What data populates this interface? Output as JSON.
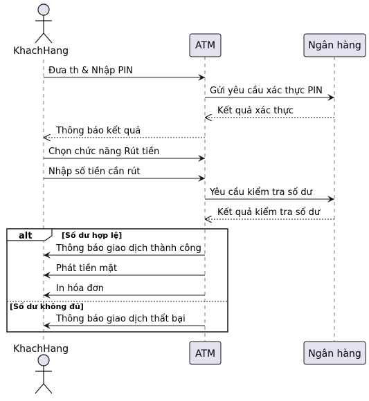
{
  "participants": {
    "khachhang": "KhachHang",
    "atm": "ATM",
    "nganhang": "Ngân hàng"
  },
  "messages": [
    {
      "text": "Đưa th & Nhập PIN",
      "from": "khachhang",
      "to": "atm",
      "style": "solid"
    },
    {
      "text": "Gửi yêu cầu xác thực PIN",
      "from": "atm",
      "to": "nganhang",
      "style": "solid"
    },
    {
      "text": "Kết quả xác thực",
      "from": "nganhang",
      "to": "atm",
      "style": "dashed"
    },
    {
      "text": "Thông báo kết quả",
      "from": "atm",
      "to": "khachhang",
      "style": "dashed"
    },
    {
      "text": "Chọn chức năng Rút tiền",
      "from": "khachhang",
      "to": "atm",
      "style": "solid"
    },
    {
      "text": "Nhập số tiền cần rút",
      "from": "khachhang",
      "to": "atm",
      "style": "solid"
    },
    {
      "text": "Yêu cầu kiểm tra số dư",
      "from": "atm",
      "to": "nganhang",
      "style": "solid"
    },
    {
      "text": "Kết quả kiểm tra số dư",
      "from": "nganhang",
      "to": "atm",
      "style": "dashed"
    },
    {
      "text": "Thông báo giao dịch thành công",
      "from": "atm",
      "to": "khachhang",
      "style": "solid"
    },
    {
      "text": "Phát tiền mặt",
      "from": "atm",
      "to": "khachhang",
      "style": "solid"
    },
    {
      "text": "In hóa đơn",
      "from": "atm",
      "to": "khachhang",
      "style": "solid"
    },
    {
      "text": "Thông báo giao dịch thất bại",
      "from": "atm",
      "to": "khachhang",
      "style": "solid"
    }
  ],
  "alt": {
    "tag": "alt",
    "condition_1": "[Số dư hợp lệ]",
    "condition_2": "[Số dư không đủ]"
  },
  "colors": {
    "participant_fill": "#e2e2f0",
    "participant_stroke": "#181818",
    "lifeline": "#181818",
    "arrow": "#181818"
  }
}
